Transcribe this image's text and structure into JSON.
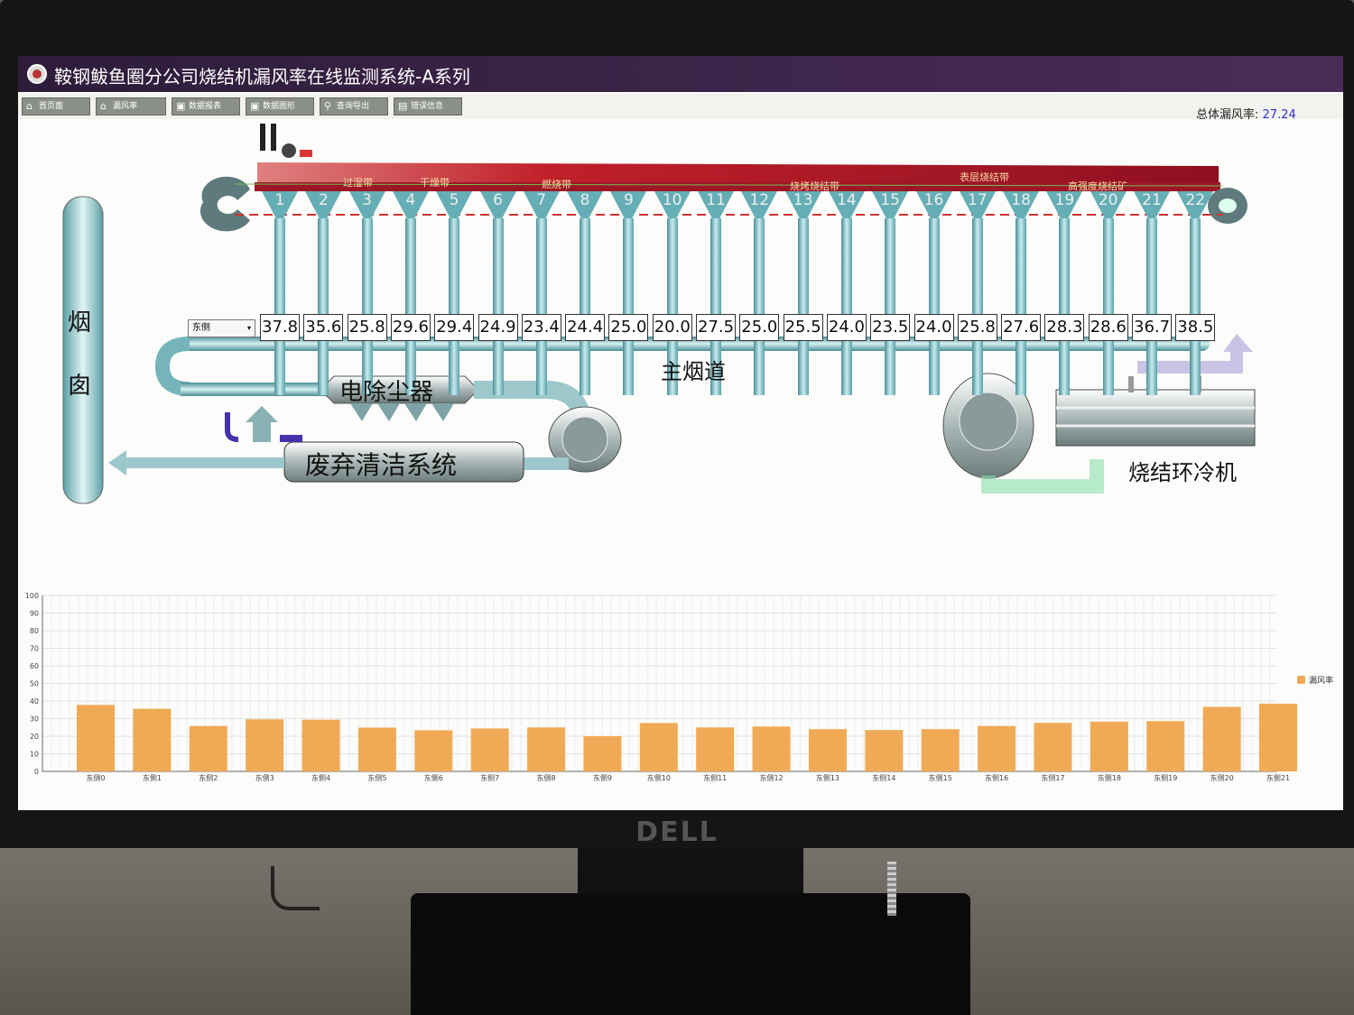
{
  "window": {
    "title": "鞍钢鲅鱼圈分公司烧结机漏风率在线监测系统-A系列"
  },
  "toolbar": {
    "buttons": [
      {
        "label": "首页面",
        "icon": "home-icon"
      },
      {
        "label": "漏风率",
        "icon": "home-icon"
      },
      {
        "label": "数据报表",
        "icon": "report-icon"
      },
      {
        "label": "数据图形",
        "icon": "chart-icon"
      },
      {
        "label": "查询导出",
        "icon": "search-icon"
      },
      {
        "label": "错误信息",
        "icon": "error-list-icon"
      }
    ],
    "total_label": "总体漏风率:",
    "total_value": "27.24"
  },
  "process": {
    "side_select": "东侧",
    "windbox_numbers": [
      "1",
      "2",
      "3",
      "4",
      "5",
      "6",
      "7",
      "8",
      "9",
      "10",
      "11",
      "12",
      "13",
      "14",
      "15",
      "16",
      "17",
      "18",
      "19",
      "20",
      "21",
      "22"
    ],
    "windbox_values": [
      "37.8",
      "35.6",
      "25.8",
      "29.6",
      "29.4",
      "24.9",
      "23.4",
      "24.4",
      "25.0",
      "20.0",
      "27.5",
      "25.0",
      "25.5",
      "24.0",
      "23.5",
      "24.0",
      "25.8",
      "27.6",
      "28.3",
      "28.6",
      "36.7",
      "38.5"
    ],
    "zones": [
      "过湿带",
      "干燥带",
      "燃烧带",
      "烧烤烧结带",
      "表层烧结带",
      "高强度烧结矿"
    ],
    "main_flue": "主烟道",
    "chimney": [
      "烟",
      "囱"
    ],
    "esp": "电除尘器",
    "waste_system": "废弃清洁系统",
    "cooler": "烧结环冷机"
  },
  "chart_data": {
    "type": "bar",
    "categories": [
      "东侧0",
      "东侧1",
      "东侧2",
      "东侧3",
      "东侧4",
      "东侧5",
      "东侧6",
      "东侧7",
      "东侧8",
      "东侧9",
      "东侧10",
      "东侧11",
      "东侧12",
      "东侧13",
      "东侧14",
      "东侧15",
      "东侧16",
      "东侧17",
      "东侧18",
      "东侧19",
      "东侧20",
      "东侧21"
    ],
    "series": [
      {
        "name": "漏风率",
        "values": [
          37.8,
          35.6,
          25.8,
          29.6,
          29.4,
          24.9,
          23.4,
          24.4,
          25.0,
          20.0,
          27.5,
          25.0,
          25.5,
          24.0,
          23.5,
          24.0,
          25.8,
          27.6,
          28.3,
          28.6,
          36.7,
          38.5
        ]
      }
    ],
    "yticks": [
      0,
      10,
      20,
      30,
      40,
      50,
      60,
      70,
      80,
      90,
      100
    ],
    "ylim": [
      0,
      100
    ],
    "grid": true,
    "legend": "right",
    "bar_color": "#f0aa55"
  }
}
